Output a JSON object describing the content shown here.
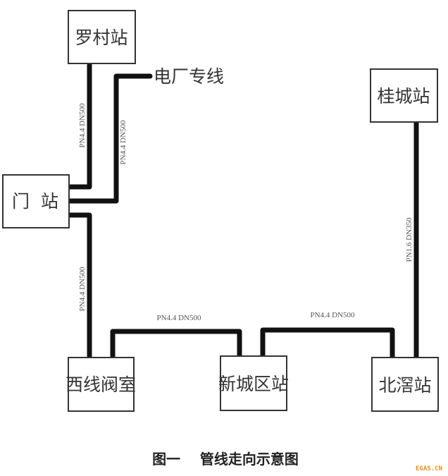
{
  "stations": {
    "luocun": "罗村站",
    "men": "门  站",
    "guicheng": "桂城站",
    "xixian": "西线阀室",
    "xinchengqu": "新城区站",
    "beijiao": "北滘站"
  },
  "branch_label": "电厂专线",
  "pipe_specs": {
    "luocun_men": "PN4.4 DN500",
    "power_plant": "PN4.4 DN500",
    "men_xixian": "PN4.4 DN500",
    "xixian_xinchengqu": "PN4.4 DN500",
    "xinchengqu_beijiao": "PN4.4 DN500",
    "guicheng_beijiao": "PN1.6 DN350"
  },
  "caption": "图一    管线走向示意图",
  "watermark": "EGAS.CN"
}
